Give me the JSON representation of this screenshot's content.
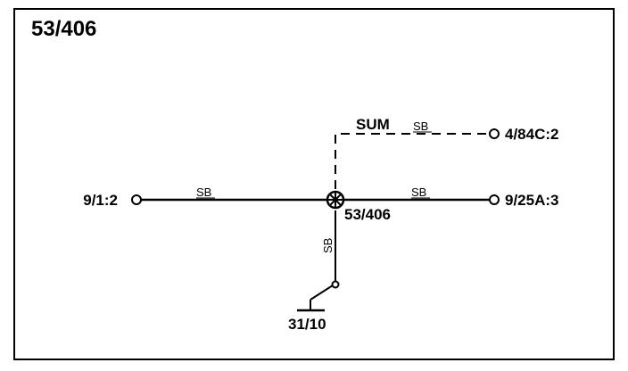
{
  "diagram": {
    "title": "53/406",
    "junction_label": "53/406",
    "sum_label": "SUM",
    "wire_color_code": "SB",
    "connectors": {
      "left": "9/1:2",
      "right": "9/25A:3",
      "top_right": "4/84C:2",
      "ground": "31/10"
    }
  }
}
